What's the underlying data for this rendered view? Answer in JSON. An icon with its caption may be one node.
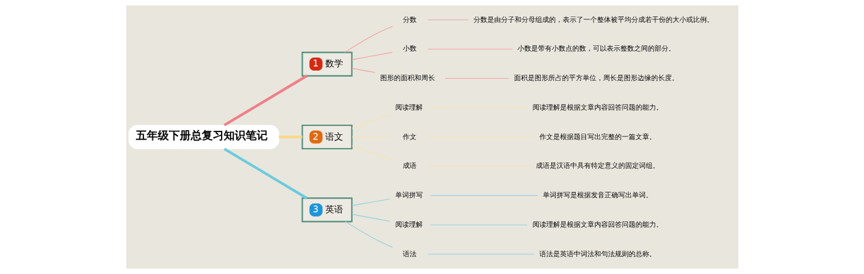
{
  "diagram": {
    "nodes": [
      {
        "text": [
          "五年级下册总复习知识笔记"
        ]
      },
      {
        "text": [
          "1",
          "数学"
        ]
      },
      {
        "text": [
          "分数"
        ]
      },
      {
        "text": [
          "分数是由分子和分母组成的，表示了一个整体被平均分成若干份的大小或比例。"
        ]
      },
      {
        "text": [
          "小数"
        ]
      },
      {
        "text": [
          "小数是带有小数点的数，可以表示整数之间的部分。"
        ]
      },
      {
        "text": [
          "图形的面积和周长"
        ]
      },
      {
        "text": [
          "面积是图形所占的平方单位，周长是图形边缘的长度。"
        ]
      },
      {
        "text": [
          "2",
          "语文"
        ]
      },
      {
        "text": [
          "阅读理解"
        ]
      },
      {
        "text": [
          "阅读理解是根据文章内容回答问题的能力。"
        ]
      },
      {
        "text": [
          "作文"
        ]
      },
      {
        "text": [
          "作文是根据题目写出完整的一篇文章。"
        ]
      },
      {
        "text": [
          "成语"
        ]
      },
      {
        "text": [
          "成语是汉语中具有特定意义的固定词组。"
        ]
      },
      {
        "text": [
          "3",
          "英语"
        ]
      },
      {
        "text": [
          "单词拼写"
        ]
      },
      {
        "text": [
          "单词拼写是根据发音正确写出单词。"
        ]
      },
      {
        "text": [
          "阅读理解"
        ]
      },
      {
        "text": [
          "阅读理解是根据文章内容回答问题的能力。"
        ]
      },
      {
        "text": [
          "语法"
        ]
      },
      {
        "text": [
          "语法是英语中词法和句法规则的总称。"
        ]
      }
    ],
    "edges": [
      {
        "from": 0,
        "to": 1,
        "arrow": "none",
        "style": "thick",
        "color": "#ee7f88"
      },
      {
        "from": 1,
        "to": 2,
        "arrow": "none",
        "color": "#f2a5a5"
      },
      {
        "from": 2,
        "to": 3,
        "arrow": "none",
        "color": "#f2a5a5"
      },
      {
        "from": 1,
        "to": 4,
        "arrow": "none",
        "color": "#f2a5a5"
      },
      {
        "from": 4,
        "to": 5,
        "arrow": "none",
        "color": "#f2a5a5"
      },
      {
        "from": 1,
        "to": 6,
        "arrow": "none",
        "color": "#f2a5a5"
      },
      {
        "from": 6,
        "to": 7,
        "arrow": "none",
        "color": "#f2a5a5"
      },
      {
        "from": 0,
        "to": 8,
        "arrow": "none",
        "style": "thick",
        "color": "#fbd98a"
      },
      {
        "from": 8,
        "to": 9,
        "arrow": "none",
        "color": "#f9e2b0"
      },
      {
        "from": 9,
        "to": 10,
        "arrow": "none",
        "color": "#f9e2b0"
      },
      {
        "from": 8,
        "to": 11,
        "arrow": "none",
        "color": "#f9e2b0"
      },
      {
        "from": 11,
        "to": 12,
        "arrow": "none",
        "color": "#f9e2b0"
      },
      {
        "from": 8,
        "to": 13,
        "arrow": "none",
        "color": "#f9e2b0"
      },
      {
        "from": 13,
        "to": 14,
        "arrow": "none",
        "color": "#f9e2b0"
      },
      {
        "from": 0,
        "to": 15,
        "arrow": "none",
        "style": "thick",
        "color": "#6ccbdd"
      },
      {
        "from": 15,
        "to": 16,
        "arrow": "none",
        "color": "#93d3df"
      },
      {
        "from": 16,
        "to": 17,
        "arrow": "none",
        "color": "#93d3df"
      },
      {
        "from": 15,
        "to": 18,
        "arrow": "none",
        "color": "#93d3df"
      },
      {
        "from": 18,
        "to": 19,
        "arrow": "none",
        "color": "#93d3df"
      },
      {
        "from": 15,
        "to": 20,
        "arrow": "none",
        "color": "#93d3df"
      },
      {
        "from": 20,
        "to": 21,
        "arrow": "none",
        "color": "#93d3df"
      }
    ]
  }
}
